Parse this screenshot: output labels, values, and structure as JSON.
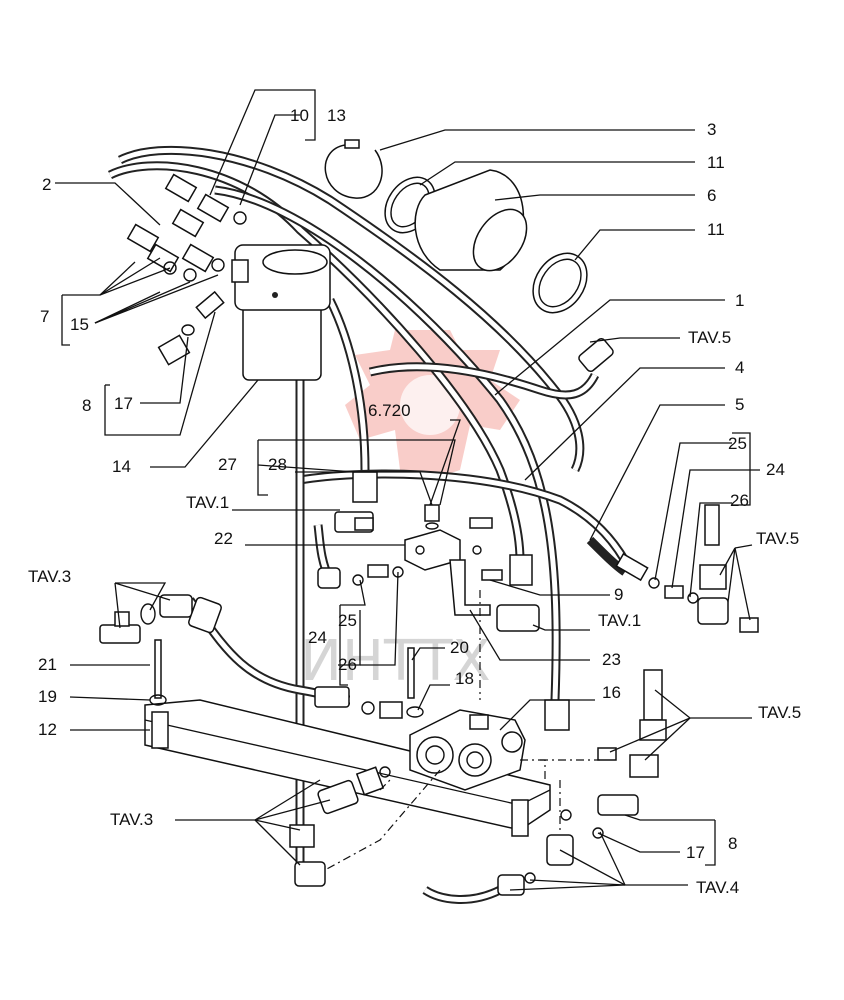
{
  "watermark": {
    "text": "ИНТТХ",
    "color": "#e84b3c"
  },
  "labels": {
    "l1": "1",
    "l2": "2",
    "l3": "3",
    "l4": "4",
    "l5": "5",
    "l6": "6",
    "l7": "7",
    "l8a": "8",
    "l8b": "8",
    "l9": "9",
    "l10": "10",
    "l11a": "11",
    "l11b": "11",
    "l12": "12",
    "l13": "13",
    "l14": "14",
    "l15": "15",
    "l16": "16",
    "l17a": "17",
    "l17b": "17",
    "l18": "18",
    "l19": "19",
    "l20": "20",
    "l21": "21",
    "l22": "22",
    "l23": "23",
    "l24a": "24",
    "l24b": "24",
    "l25a": "25",
    "l25b": "25",
    "l26a": "26",
    "l26b": "26",
    "l27": "27",
    "l28": "28",
    "l6720": "6.720",
    "tav1a": "TAV.1",
    "tav1b": "TAV.1",
    "tav3a": "TAV.3",
    "tav3b": "TAV.3",
    "tav4": "TAV.4",
    "tav5a": "TAV.5",
    "tav5b": "TAV.5",
    "tav5c": "TAV.5"
  }
}
